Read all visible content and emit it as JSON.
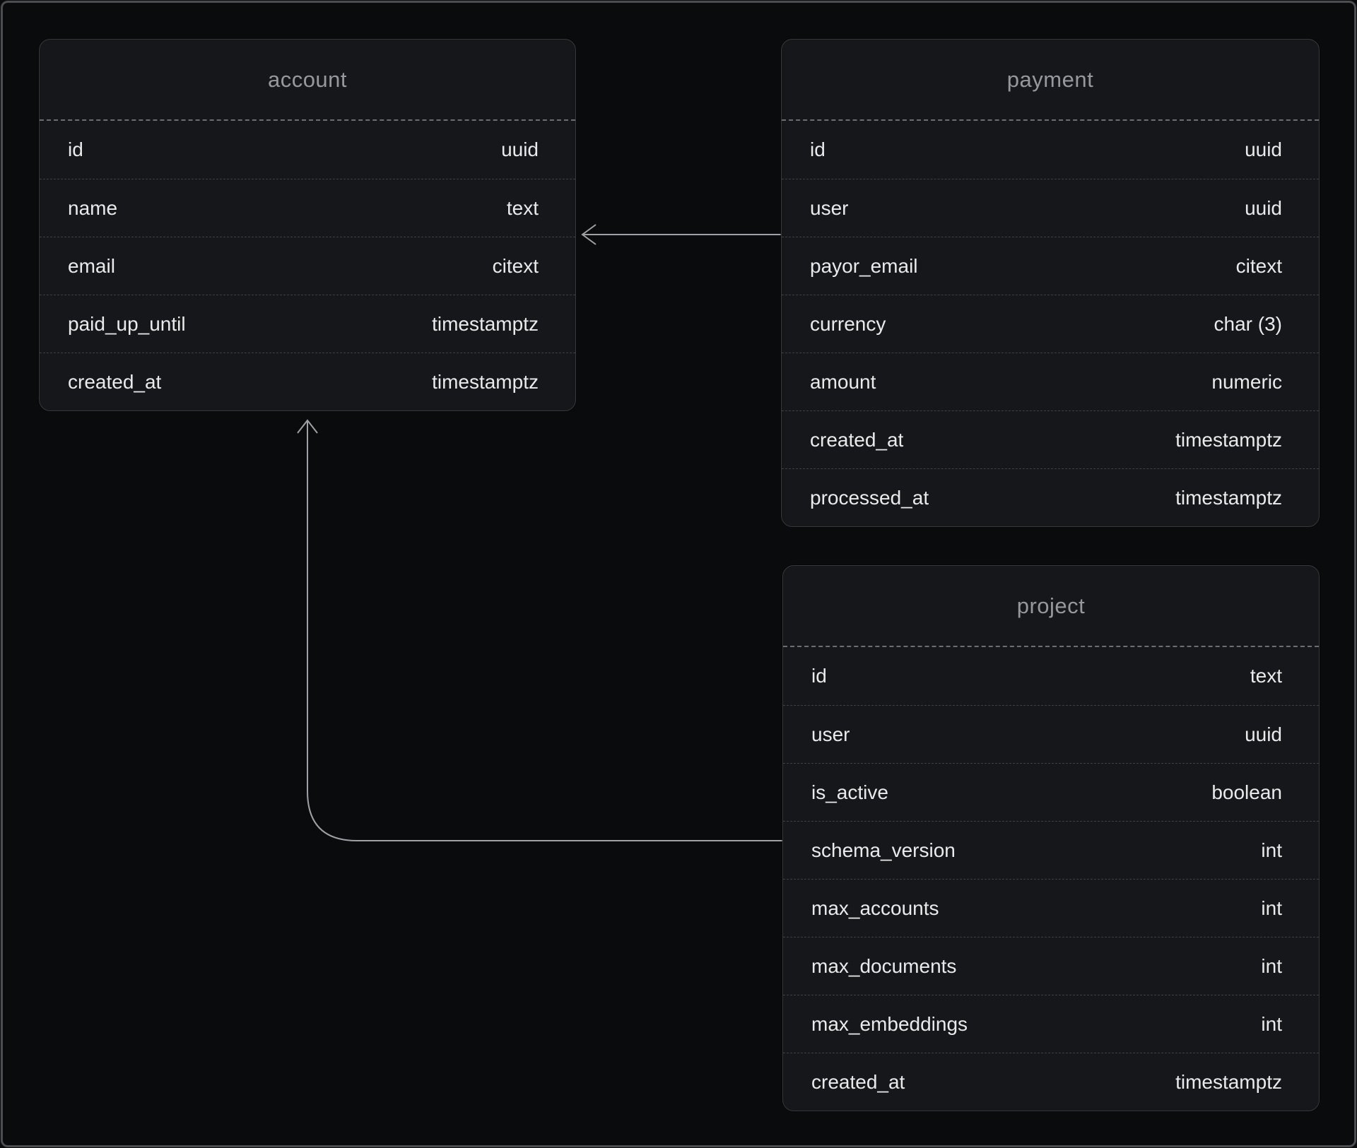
{
  "tables": [
    {
      "title": "account",
      "fields": [
        {
          "name": "id",
          "type": "uuid"
        },
        {
          "name": "name",
          "type": "text"
        },
        {
          "name": "email",
          "type": "citext"
        },
        {
          "name": "paid_up_until",
          "type": "timestamptz"
        },
        {
          "name": "created_at",
          "type": "timestamptz"
        }
      ]
    },
    {
      "title": "payment",
      "fields": [
        {
          "name": "id",
          "type": "uuid"
        },
        {
          "name": "user",
          "type": "uuid"
        },
        {
          "name": "payor_email",
          "type": "citext"
        },
        {
          "name": "currency",
          "type": "char (3)"
        },
        {
          "name": "amount",
          "type": "numeric"
        },
        {
          "name": "created_at",
          "type": "timestamptz"
        },
        {
          "name": "processed_at",
          "type": "timestamptz"
        }
      ]
    },
    {
      "title": "project",
      "fields": [
        {
          "name": "id",
          "type": "text"
        },
        {
          "name": "user",
          "type": "uuid"
        },
        {
          "name": "is_active",
          "type": "boolean"
        },
        {
          "name": "schema_version",
          "type": "int"
        },
        {
          "name": "max_accounts",
          "type": "int"
        },
        {
          "name": "max_documents",
          "type": "int"
        },
        {
          "name": "max_embeddings",
          "type": "int"
        },
        {
          "name": "created_at",
          "type": "timestamptz"
        }
      ]
    }
  ],
  "relations": [
    {
      "from": "payment",
      "to": "account"
    },
    {
      "from": "project",
      "to": "account"
    }
  ],
  "colors": {
    "background": "#0a0b0d",
    "table_bg": "#16171a",
    "table_border": "#37393d",
    "title_text": "#96989d",
    "row_text": "#e9eaec",
    "header_dash": "#6c6e72",
    "row_separator": "#3e4044",
    "connector": "#9fa1a5",
    "frame_border": "#4b4d51"
  }
}
